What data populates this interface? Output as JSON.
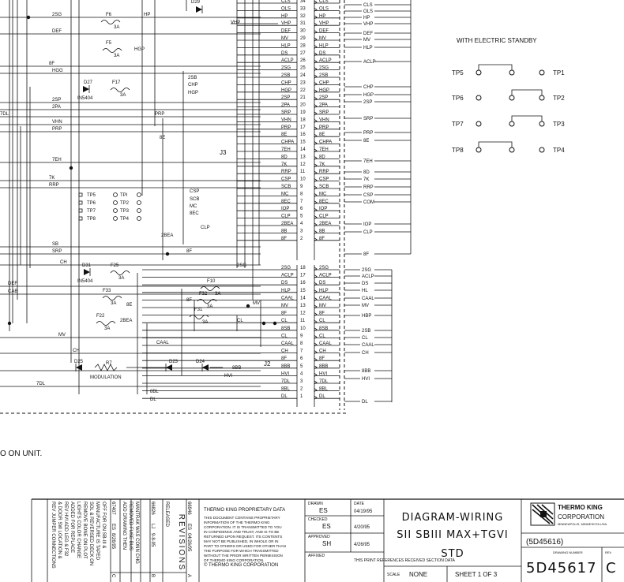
{
  "drawing": {
    "note_fragment": "O ON UNIT.",
    "standby_title": "WITH ELECTRIC STANDBY",
    "connector_labels": [
      "J3",
      "J2"
    ],
    "test_points": [
      "TP5",
      "TP1",
      "TP6",
      "TP2",
      "TP7",
      "TP3",
      "TP8",
      "TP4"
    ],
    "test_points_local": [
      "TP5",
      "TPI",
      "TP6",
      "TP2",
      "TP7",
      "TP3",
      "TP8",
      "TP4"
    ],
    "diodes": [
      "D29",
      "D27",
      "D31",
      "D25",
      "D23",
      "D24"
    ],
    "diode_notes": [
      "IN5404",
      "IN5404"
    ],
    "fuses": [
      "F6",
      "F5",
      "F17",
      "F25",
      "F33",
      "F22",
      "F10",
      "F32",
      "F31"
    ],
    "fuse_rating": "3A",
    "resistor": "R7",
    "resistor_note": "MODULATION",
    "left_wires": [
      "2SG",
      "DEF",
      "8F",
      "HGG",
      "2SP",
      "2PA",
      "7DL",
      "VHN",
      "PRP",
      "7EH",
      "7K",
      "RRP",
      "SB",
      "SRP",
      "CH",
      "DEF",
      "CAB",
      "MV",
      "CH",
      "7DL"
    ],
    "mid_wires": [
      "HP",
      "HGP",
      "VHP",
      "2SB",
      "CHP",
      "HGP",
      "PRP",
      "8E",
      "CSP",
      "SCB",
      "MC",
      "8EC",
      "CLP",
      "2BEA",
      "2SG",
      "8F",
      "8E",
      "8F",
      "2BEA",
      "CL",
      "MV",
      "CAAL",
      "8BB",
      "8BL",
      "DL",
      "HVI"
    ],
    "j3_pins": [
      "CLS",
      "OLS",
      "HP",
      "VHP",
      "DEF",
      "MV",
      "HLP",
      "DS",
      "ACLP",
      "2SG",
      "2SB",
      "CHP",
      "HGP",
      "2SP",
      "2PA",
      "SRP",
      "VHN",
      "PRP",
      "8E",
      "CHPA",
      "7EH",
      "8D",
      "7K",
      "RRP",
      "CSP",
      "SCB",
      "MC",
      "8EC",
      "IOP",
      "CLP",
      "2BEA",
      "8B",
      "8F"
    ],
    "j3_numbers": [
      "34",
      "33",
      "32",
      "31",
      "30",
      "29",
      "28",
      "27",
      "26",
      "25",
      "24",
      "23",
      "22",
      "21",
      "20",
      "19",
      "18",
      "17",
      "16",
      "15",
      "14",
      "13",
      "12",
      "11",
      "10",
      "9",
      "8",
      "7",
      "6",
      "5",
      "4",
      "3",
      "2",
      "1"
    ],
    "j2_pins": [
      "2SG",
      "ACLP",
      "DS",
      "HLP",
      "CAAL",
      "MV",
      "8F",
      "CL",
      "8SB",
      "CL",
      "CAAL",
      "CH",
      "8F",
      "8BB",
      "HVI",
      "7DL",
      "8BL",
      "DL"
    ],
    "j2_numbers": [
      "18",
      "17",
      "16",
      "15",
      "14",
      "13",
      "12",
      "11",
      "10",
      "9",
      "8",
      "7",
      "6",
      "5",
      "4",
      "3",
      "2",
      "1"
    ],
    "right_labels_top": [
      "CLS",
      "OLS",
      "HP",
      "VHP",
      "DEF",
      "MV",
      "HLP",
      "ACLP",
      "CHP",
      "HGP",
      "2SP",
      "SRP",
      "PRP",
      "8E",
      "7EH",
      "8D",
      "7K",
      "RRP",
      "CSP",
      "COM",
      "IOP",
      "CLP",
      "8F"
    ],
    "right_labels_bottom": [
      "2SG",
      "ACLP",
      "DS",
      "HL",
      "CAAL",
      "MV",
      "HBP",
      "2SB",
      "CL",
      "CAAL",
      "CH",
      "8BB",
      "HVI",
      "DL"
    ]
  },
  "title_block": {
    "revisions_label": "REVISIONS",
    "rev_rows": [
      {
        "notes": "REV JUMPER CONNECTIONS & DOOR SW LOCATION & REV HVI ADD LEG & F32 ADDED FOR REPLACE LIGHTS COLOR CHANGE REMOVE BONE ON PLOT SOL & REVERSED DECK ON MANUFACTURE IS TAPED OFF FOR ON SB-III & DEL WIRES",
        "ecn": "67407",
        "by": "ES",
        "date": "8/26/95",
        "rev": "C"
      },
      {
        "notes": "ADD DRAWING THEN REMOVED FUSE BUS MANTRAK WAS CONN CHG",
        "ecn": "66826",
        "by": "LJ",
        "date": "9-8-95",
        "rev": "B"
      },
      {
        "notes": "RELEASED",
        "ecn": "66946",
        "by": "ES",
        "date": "04/26/95",
        "rev": "A"
      }
    ],
    "proprietary_title": "THERMO KING PROPRIETARY DATA",
    "proprietary_text": "THIS DOCUMENT CONTAINS PROPRIETARY INFORMATION OF THE THERMO KING CORPORATION. IT IS TRANSMITTED TO YOU IN CONFIDENCE AND TRUST, AND IS TO BE RETURNED UPON REQUEST. ITS CONTENTS MAY NOT BE PUBLISHED, IN WHOLE OR IN PART TO OTHERS OR USED FOR OTHER THAN THE PURPOSE FOR WHICH TRANSMITTED WITHOUT THE PRIOR WRITTEN PERMISSION OF THERMO KING CORPORATION.",
    "copyright": "© THERMO KING CORPORATION",
    "drawn_label": "DRAWN",
    "drawn_by": "ES",
    "drawn_date": "04/19/95",
    "checked_label": "CHECKED",
    "checked_by": "ES",
    "checked_date": "4/20/95",
    "approved_label": "APPROVED",
    "approved_by": "SH",
    "approved_date": "4/26/95",
    "affixed_label": "AFFIXED",
    "print_note": "THIS PRINT REFERENCES RECEIVED SECTION DATA",
    "title_lines": [
      "DIAGRAM-WIRING",
      "SII SBIII MAX+TGVI",
      "STD"
    ],
    "scale_label": "SCALE",
    "scale_value": "NONE",
    "sheet_text": "SHEET 1 OF 3",
    "company_name": "THERMO KING",
    "company_sub": "CORPORATION",
    "company_city": "MINNEAPOLIS, MINNESOTA USA",
    "ref_number": "(5D45616)",
    "drawing_number_label": "DRAWING NUMBER",
    "rev_label": "REV",
    "drawing_number": "5D45617",
    "rev_letter": "C"
  }
}
